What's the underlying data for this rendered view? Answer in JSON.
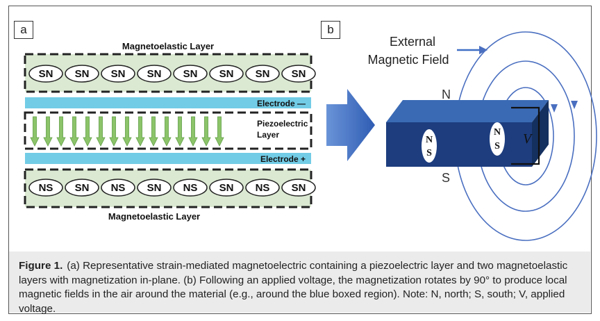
{
  "panel_a": {
    "label": "a",
    "top_layer_label": "Magnetoelastic Layer",
    "bottom_layer_label": "Magnetoelastic Layer",
    "electrode_top": "Electrode —",
    "electrode_bottom": "Electrode +",
    "piezo_label_line1": "Piezoelectric",
    "piezo_label_line2": "Layer",
    "top_magnets": [
      "SN",
      "SN",
      "SN",
      "SN",
      "SN",
      "SN",
      "SN",
      "SN"
    ],
    "bottom_magnets": [
      "NS",
      "SN",
      "NS",
      "SN",
      "NS",
      "SN",
      "NS",
      "SN"
    ],
    "colors": {
      "layer_fill": "#dbe9d2",
      "electrode": "#72cce6",
      "arrow": "#8cc46a"
    }
  },
  "panel_b": {
    "label": "b",
    "field_label_line1": "External",
    "field_label_line2": "Magnetic Field",
    "north": "N",
    "south": "S",
    "pole_top": "N",
    "pole_bottom": "S",
    "voltage": "V",
    "colors": {
      "block_front": "#1d3d7e",
      "block_top": "#3a6ab4",
      "field_lines": "#4a6fc0",
      "big_arrow": "#3f6fc6"
    }
  },
  "caption": {
    "figure_label": "Figure 1.",
    "text": "(a) Representative strain-mediated magnetoelectric containing a piezoelectric layer and two magnetoelastic layers with magnetization in-plane. (b) Following an applied voltage, the magnetization rotates by 90° to produce local magnetic fields in the air around the material (e.g., around the blue boxed region). Note: N, north; S, south; V, applied voltage."
  }
}
